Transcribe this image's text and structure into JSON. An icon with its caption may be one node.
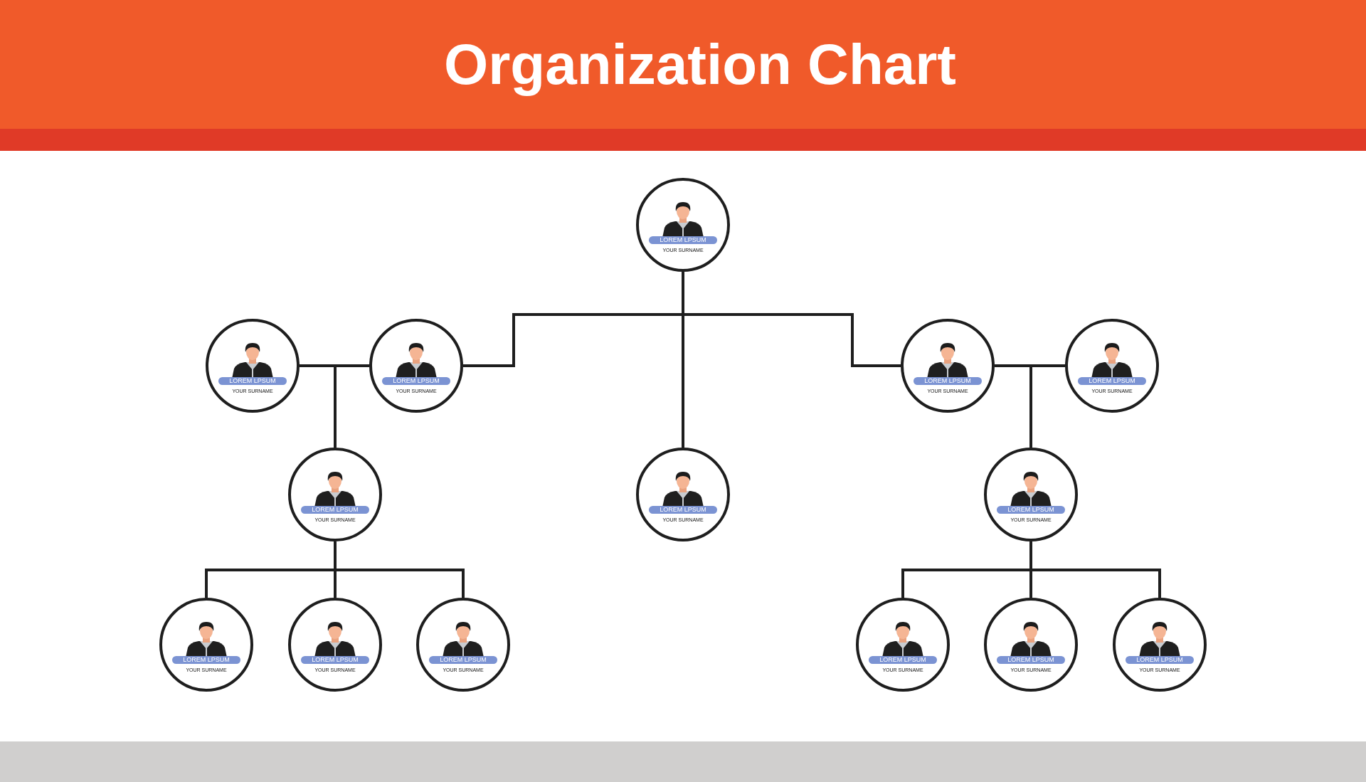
{
  "diagram": {
    "title": "Organization Chart",
    "nodes": [
      {
        "text": [
          "LOREM LPSUM",
          "YOUR SURNAME"
        ]
      },
      {
        "text": [
          "LOREM LPSUM",
          "YOUR SURNAME"
        ]
      },
      {
        "text": [
          "LOREM LPSUM",
          "YOUR SURNAME"
        ]
      },
      {
        "text": [
          "LOREM LPSUM",
          "YOUR SURNAME"
        ]
      },
      {
        "text": [
          "LOREM LPSUM",
          "YOUR SURNAME"
        ]
      },
      {
        "text": [
          "LOREM LPSUM",
          "YOUR SURNAME"
        ]
      },
      {
        "text": [
          "LOREM LPSUM",
          "YOUR SURNAME"
        ]
      },
      {
        "text": [
          "LOREM LPSUM",
          "YOUR SURNAME"
        ]
      },
      {
        "text": [
          "LOREM LPSUM",
          "YOUR SURNAME"
        ]
      },
      {
        "text": [
          "LOREM LPSUM",
          "YOUR SURNAME"
        ]
      },
      {
        "text": [
          "LOREM LPSUM",
          "YOUR SURNAME"
        ]
      },
      {
        "text": [
          "LOREM LPSUM",
          "YOUR SURNAME"
        ]
      },
      {
        "text": [
          "LOREM LPSUM",
          "YOUR SURNAME"
        ]
      },
      {
        "text": [
          "LOREM LPSUM",
          "YOUR SURNAME"
        ]
      }
    ],
    "edges": [
      {
        "from": 0,
        "to": 2,
        "arrow": "none"
      },
      {
        "from": 0,
        "to": 3,
        "arrow": "none"
      },
      {
        "from": 0,
        "to": 6,
        "arrow": "none"
      },
      {
        "from": 1,
        "to": 5,
        "arrow": "none"
      },
      {
        "from": 2,
        "to": 5,
        "arrow": "none"
      },
      {
        "from": 3,
        "to": 7,
        "arrow": "none"
      },
      {
        "from": 4,
        "to": 7,
        "arrow": "none"
      },
      {
        "from": 5,
        "to": 8,
        "arrow": "none"
      },
      {
        "from": 5,
        "to": 9,
        "arrow": "none"
      },
      {
        "from": 5,
        "to": 10,
        "arrow": "none"
      },
      {
        "from": 7,
        "to": 11,
        "arrow": "none"
      },
      {
        "from": 7,
        "to": 12,
        "arrow": "none"
      },
      {
        "from": 7,
        "to": 13,
        "arrow": "none"
      }
    ]
  }
}
